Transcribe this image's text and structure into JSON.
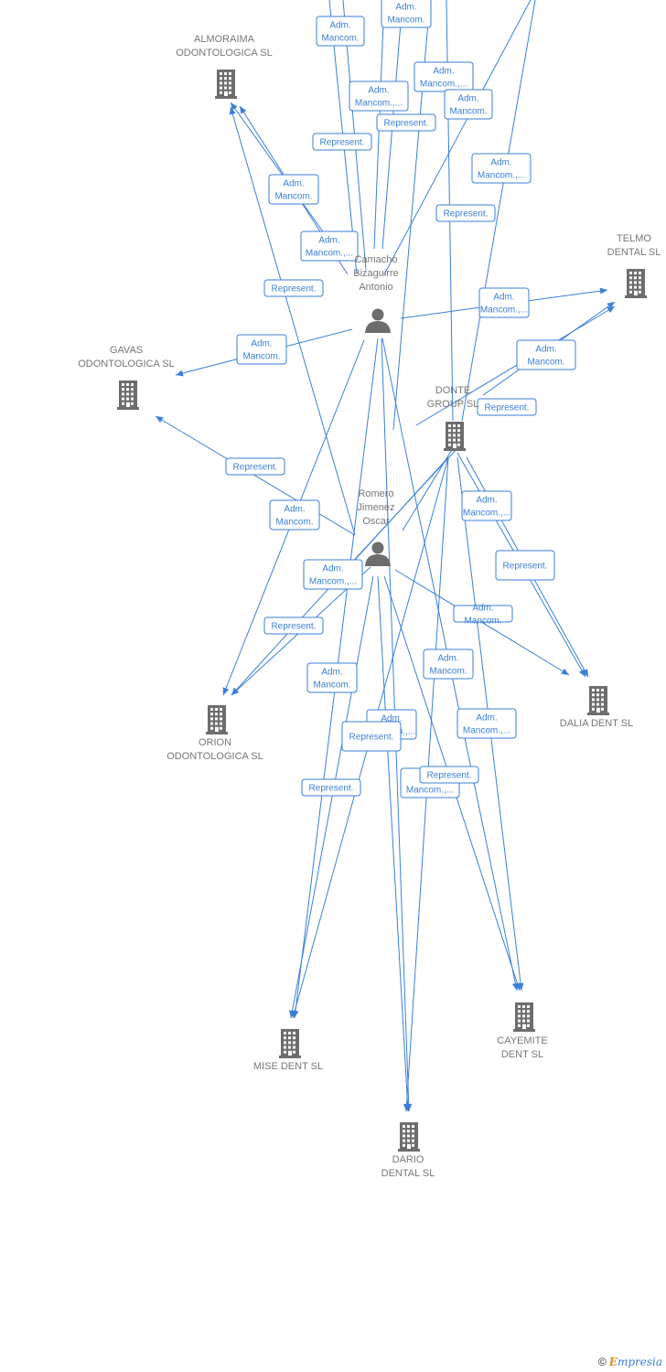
{
  "colors": {
    "edge": "#3a7fd8",
    "node": "#6d6d6d",
    "label": "#777777",
    "brand_accent": "#e08a1e"
  },
  "nodes": [
    {
      "id": "almoraima",
      "type": "company",
      "icon": "building-icon",
      "lines": [
        "ALMORAIMA",
        "ODONTOLOGICA SL"
      ]
    },
    {
      "id": "telmo",
      "type": "company",
      "icon": "building-icon",
      "lines": [
        "TELMO",
        "DENTAL SL"
      ]
    },
    {
      "id": "gavas",
      "type": "company",
      "icon": "building-icon",
      "lines": [
        "GAVAS",
        "ODONTOLOGICA SL"
      ]
    },
    {
      "id": "donte",
      "type": "company",
      "icon": "building-icon",
      "lines": [
        "DONTE",
        "GROUP SL"
      ]
    },
    {
      "id": "camacho",
      "type": "person",
      "icon": "person-icon",
      "lines": [
        "Camacho",
        "Bizaguirre",
        "Antonio"
      ]
    },
    {
      "id": "romero",
      "type": "person",
      "icon": "person-icon",
      "lines": [
        "Romero",
        "Jimenez",
        "Oscar"
      ]
    },
    {
      "id": "orion",
      "type": "company",
      "icon": "building-icon",
      "lines": [
        "ORION",
        "ODONTOLOGICA SL"
      ]
    },
    {
      "id": "dalia",
      "type": "company",
      "icon": "building-icon",
      "lines": [
        "DALIA DENT SL"
      ]
    },
    {
      "id": "mise",
      "type": "company",
      "icon": "building-icon",
      "lines": [
        "MISE DENT SL"
      ]
    },
    {
      "id": "cayemite",
      "type": "company",
      "icon": "building-icon",
      "lines": [
        "CAYEMITE",
        "DENT SL"
      ]
    },
    {
      "id": "dario",
      "type": "company",
      "icon": "building-icon",
      "lines": [
        "DARIO",
        "DENTAL SL"
      ]
    }
  ],
  "edge_labels": [
    [
      "Adm.",
      "Mancom."
    ],
    [
      "Adm.",
      "Mancom."
    ],
    [
      "Adm.",
      "Mancom.,..."
    ],
    [
      "Adm.",
      "Mancom.,..."
    ],
    [
      "Adm.",
      "Mancom."
    ],
    [
      "Represent."
    ],
    [
      "Represent."
    ],
    [
      "Adm.",
      "Mancom."
    ],
    [
      "Adm.",
      "Mancom.,..."
    ],
    [
      "Adm.",
      "Mancom.,..."
    ],
    [
      "Represent."
    ],
    [
      "Represent."
    ],
    [
      "Adm.",
      "Mancom."
    ],
    [
      "Adm.",
      "Mancom.,..."
    ],
    [
      "Adm.",
      "Mancom."
    ],
    [
      "Represent."
    ],
    [
      "Represent."
    ],
    [
      "Adm.",
      "Mancom."
    ],
    [
      "Adm.",
      "Mancom.,..."
    ],
    [
      "Adm.",
      "Mancom.,..."
    ],
    [
      "Represent."
    ],
    [
      "Represent."
    ],
    [
      "Adm.",
      "Mancom."
    ],
    [
      "Adm.",
      "Mancom."
    ],
    [
      "Adm.",
      "Mancom."
    ],
    [
      "Adm.",
      "Mancom.,..."
    ],
    [
      "Adm.",
      "Mancom.,..."
    ],
    [
      "Represent."
    ],
    [
      "Adm.",
      "Mancom.,..."
    ],
    [
      "Represent."
    ],
    [
      "Represent."
    ]
  ],
  "footer": {
    "copyright": "©",
    "brand_initial": "E",
    "brand_rest": "mpresia"
  }
}
